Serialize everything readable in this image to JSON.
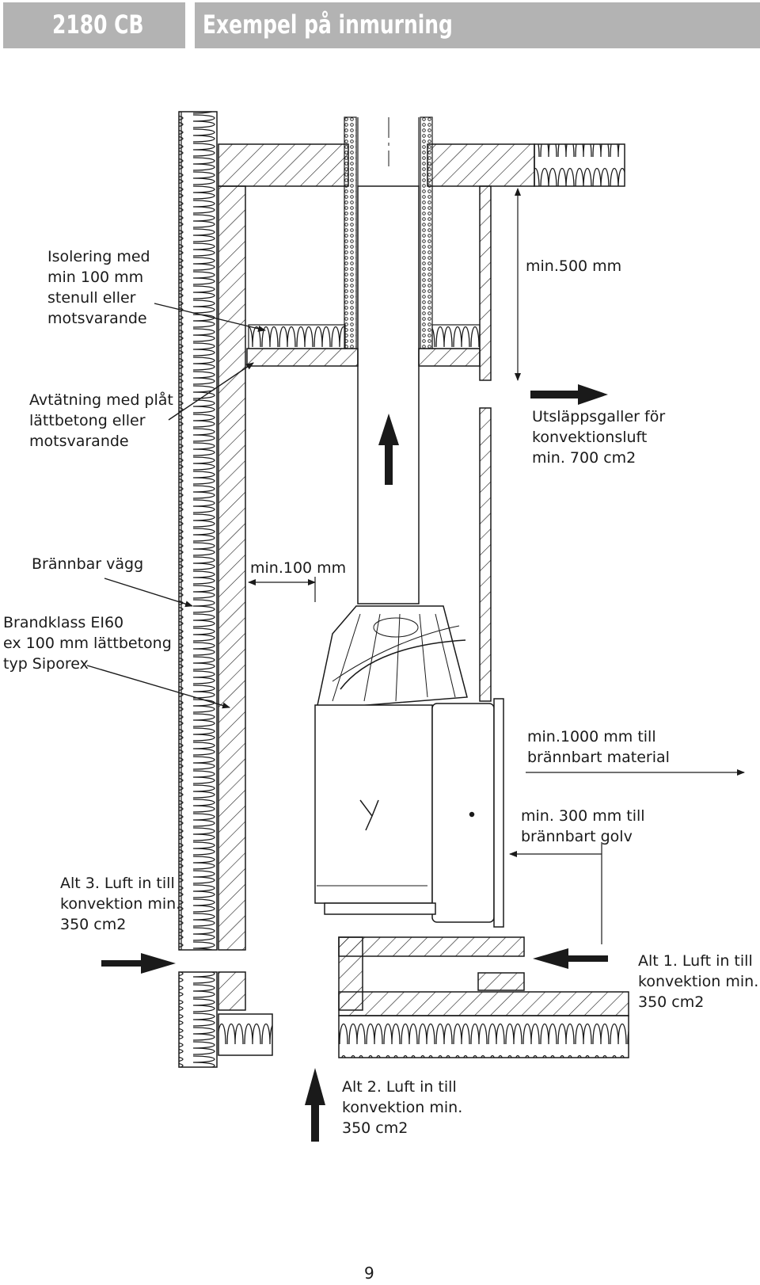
{
  "header": {
    "model_code": "2180 CB",
    "title": "Exempel på inmurning"
  },
  "labels": {
    "insulation": [
      "Isolering med",
      "min 100 mm",
      "stenull eller",
      "motsvarande"
    ],
    "sealing": [
      "Avtätning med plåt",
      "lättbetong eller",
      "motsvarande"
    ],
    "combustible_wall": [
      "Brännbar vägg"
    ],
    "fire_class": [
      "Brandklass EI60",
      "ex 100 mm lättbetong",
      "typ Siporex"
    ],
    "min_500": [
      "min.500 mm"
    ],
    "outlet_grille": [
      "Utsläppsgaller för",
      "konvektionsluft",
      "min. 700 cm2"
    ],
    "min_100": [
      "min.100 mm"
    ],
    "min_1000": [
      "min.1000 mm till",
      "brännbart material"
    ],
    "min_300": [
      "min. 300 mm till",
      "brännbart golv"
    ],
    "alt3": [
      "Alt 3. Luft in till",
      "konvektion min.",
      "350 cm2"
    ],
    "alt1": [
      "Alt 1. Luft in till",
      "konvektion min.",
      "350 cm2"
    ],
    "alt2": [
      "Alt 2. Luft in till",
      "konvektion min.",
      "350 cm2"
    ]
  },
  "page_number": "9",
  "colors": {
    "header_bg": "#b3b3b3",
    "line": "#1a1a1a"
  }
}
